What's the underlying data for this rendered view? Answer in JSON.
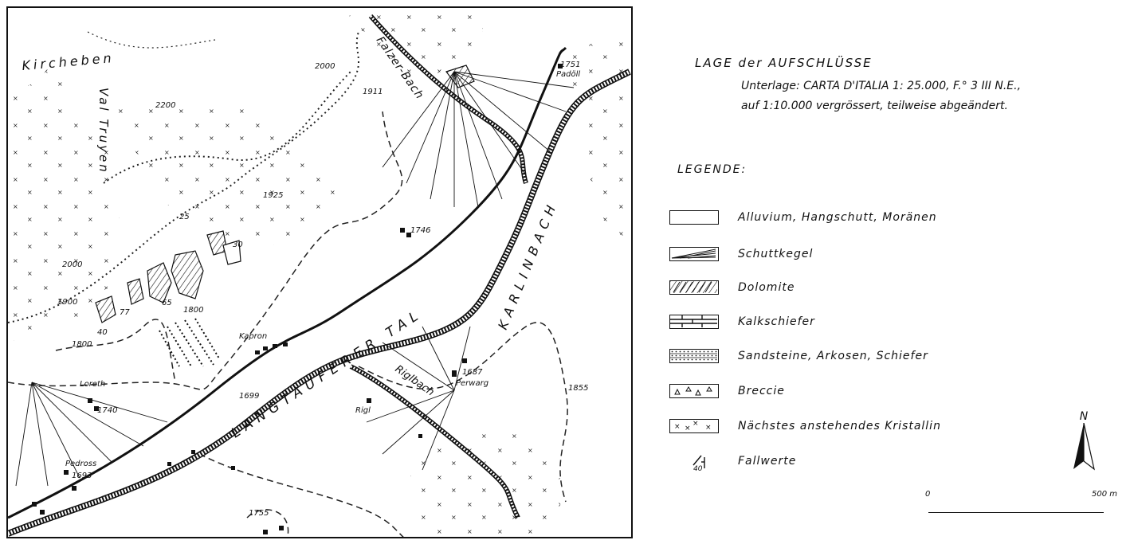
{
  "map": {
    "place_labels": {
      "kircheben": "Kircheben",
      "val_truyen": "Val Truyen",
      "falzer_bach": "Falzer-Bach",
      "padoll": "Padöll",
      "langtauferer_tal": "LANGTAUFERER TAL",
      "karlinbach": "KARLINBACH",
      "kapron": "Kapron",
      "loreth": "Loreth",
      "pedross": "Pedross",
      "riglbach": "Riglbach",
      "rigl": "Rigl",
      "perwarg": "Perwarg"
    },
    "elevations": {
      "e1751": "1751",
      "e2000a": "2000",
      "e1911": "1911",
      "e2200": "2200",
      "e1925": "1925",
      "e1746": "1746",
      "e2000b": "2000",
      "e1900": "1900",
      "e1800a": "1800",
      "e1800b": "1800",
      "e1699": "1699",
      "e1687": "1687",
      "e1740": "1740",
      "e1693": "1693",
      "e1855": "1855",
      "e1755": "1755"
    },
    "dips": {
      "d25": "25",
      "d30": "30",
      "d65": "65",
      "d77": "77",
      "d40": "40"
    }
  },
  "legend": {
    "title": "LAGE der AUFSCHLÜSSE",
    "subtitle_line1": "Unterlage: CARTA D'ITALIA 1: 25.000, F.° 3 III N.E.,",
    "subtitle_line2": "auf 1:10.000 vergrössert, teilweise abgeändert.",
    "heading": "LEGENDE:",
    "items": [
      {
        "pattern": "blank",
        "label": "Alluvium, Hangschutt, Moränen"
      },
      {
        "pattern": "fan",
        "label": "Schuttkegel"
      },
      {
        "pattern": "dolomite",
        "label": "Dolomite"
      },
      {
        "pattern": "brick",
        "label": "Kalkschiefer"
      },
      {
        "pattern": "dots",
        "label": "Sandsteine, Arkosen, Schiefer"
      },
      {
        "pattern": "triangles",
        "label": "Breccie"
      },
      {
        "pattern": "crosses",
        "label": "Nächstes anstehendes Kristallin"
      },
      {
        "pattern": "dip",
        "label": "Fallwerte"
      }
    ],
    "dip_symbol_value": "40",
    "north_label": "N",
    "scale_zero": "0",
    "scale_end": "500 m"
  }
}
